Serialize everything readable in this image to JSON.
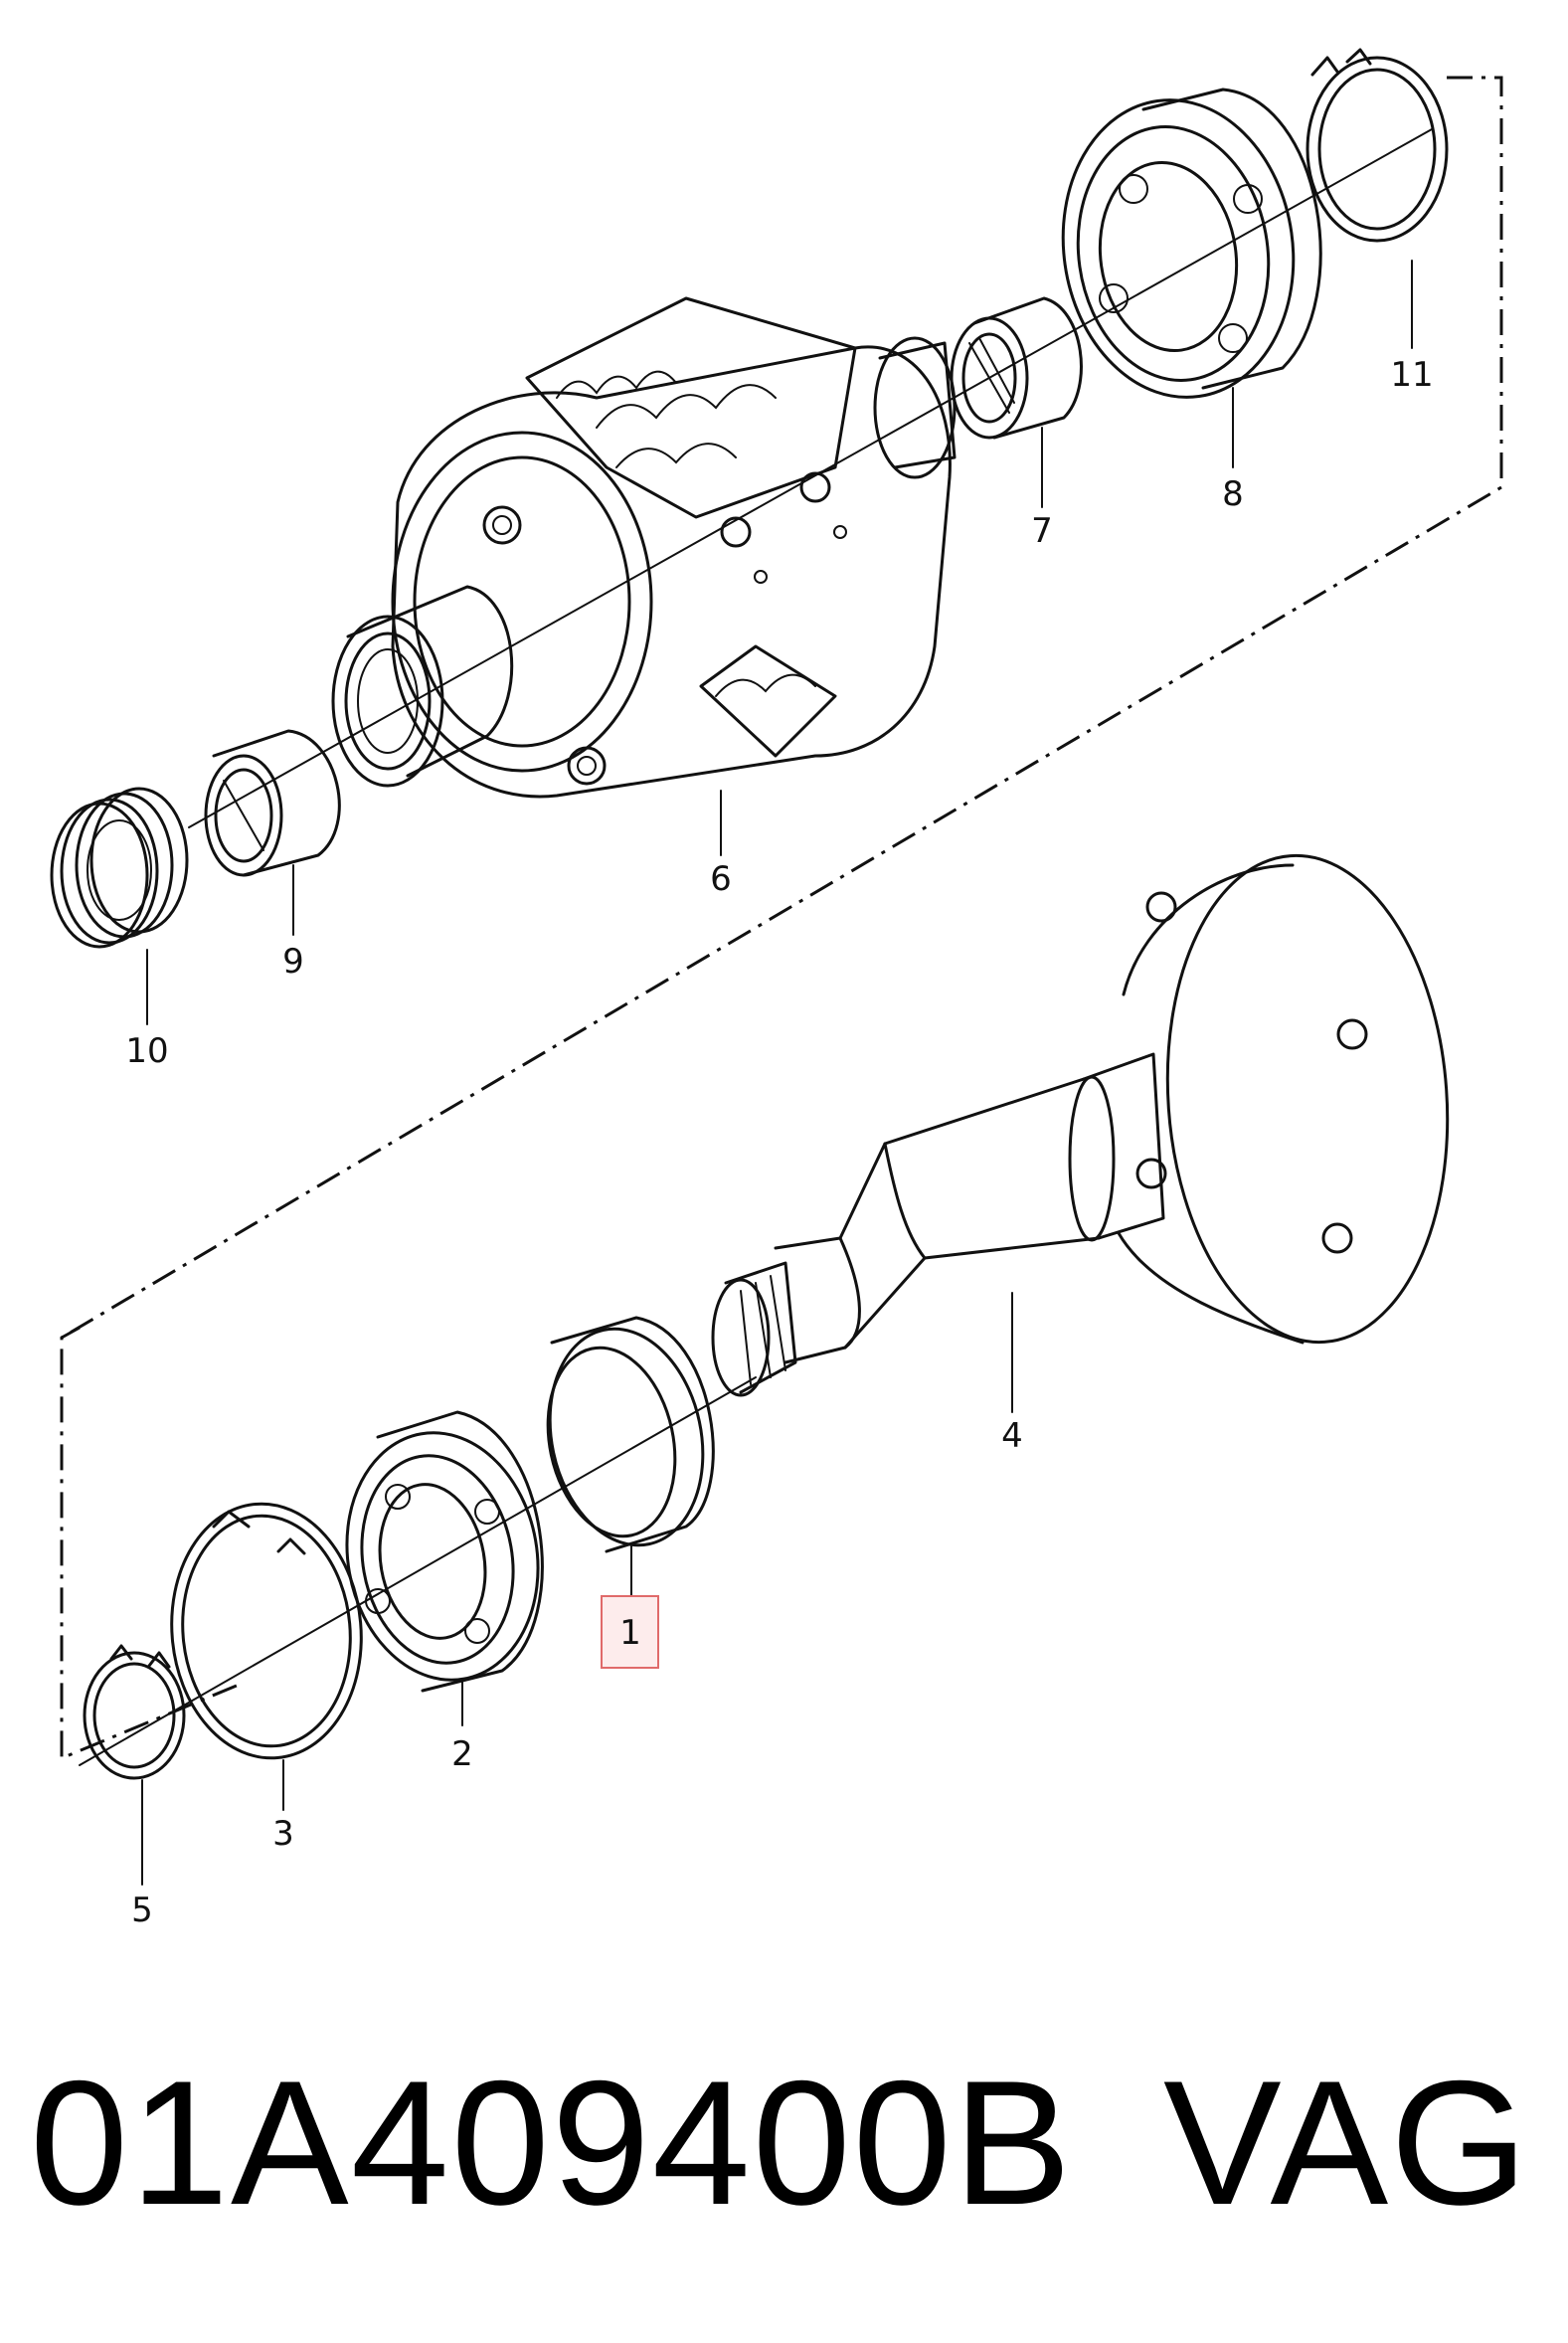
{
  "diagram": {
    "callouts": {
      "c1": "1",
      "c2": "2",
      "c3": "3",
      "c4": "4",
      "c5": "5",
      "c6": "6",
      "c7": "7",
      "c8": "8",
      "c9": "9",
      "c10": "10",
      "c11": "11"
    },
    "highlighted_callout": "1"
  },
  "footer": {
    "part_number": "01A409400B",
    "brand": "VAG"
  }
}
